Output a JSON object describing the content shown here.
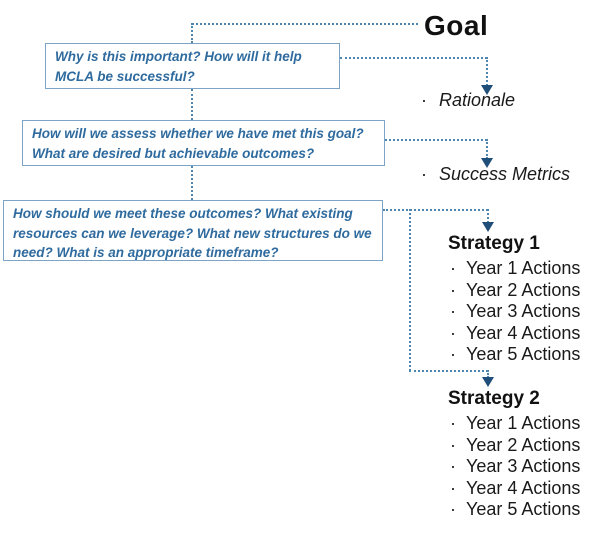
{
  "labels": {
    "goal": "Goal",
    "rationale": "Rationale",
    "success_metrics": "Success Metrics",
    "bullet": "·"
  },
  "question_boxes": [
    {
      "text": "Why is this important? How will it help MCLA be successful?"
    },
    {
      "text": "How will we assess whether we have met this goal? What are desired but achievable outcomes?"
    },
    {
      "text": "How should we meet these outcomes? What existing resources can we leverage? What new structures do we need? What is an appropriate timeframe?"
    }
  ],
  "strategies": [
    {
      "title": "Strategy 1",
      "actions": [
        "Year 1 Actions",
        "Year 2 Actions",
        "Year 3 Actions",
        "Year 4 Actions",
        "Year 5 Actions"
      ]
    },
    {
      "title": "Strategy 2",
      "actions": [
        "Year 1 Actions",
        "Year 2 Actions",
        "Year 3 Actions",
        "Year 4 Actions",
        "Year 5 Actions"
      ]
    }
  ],
  "colors": {
    "connector_blue": "#4d87b0",
    "arrow_navy": "#1f4e79",
    "box_border": "#7da4c6",
    "box_text": "#2f6b9e",
    "heading_text": "#111111"
  }
}
